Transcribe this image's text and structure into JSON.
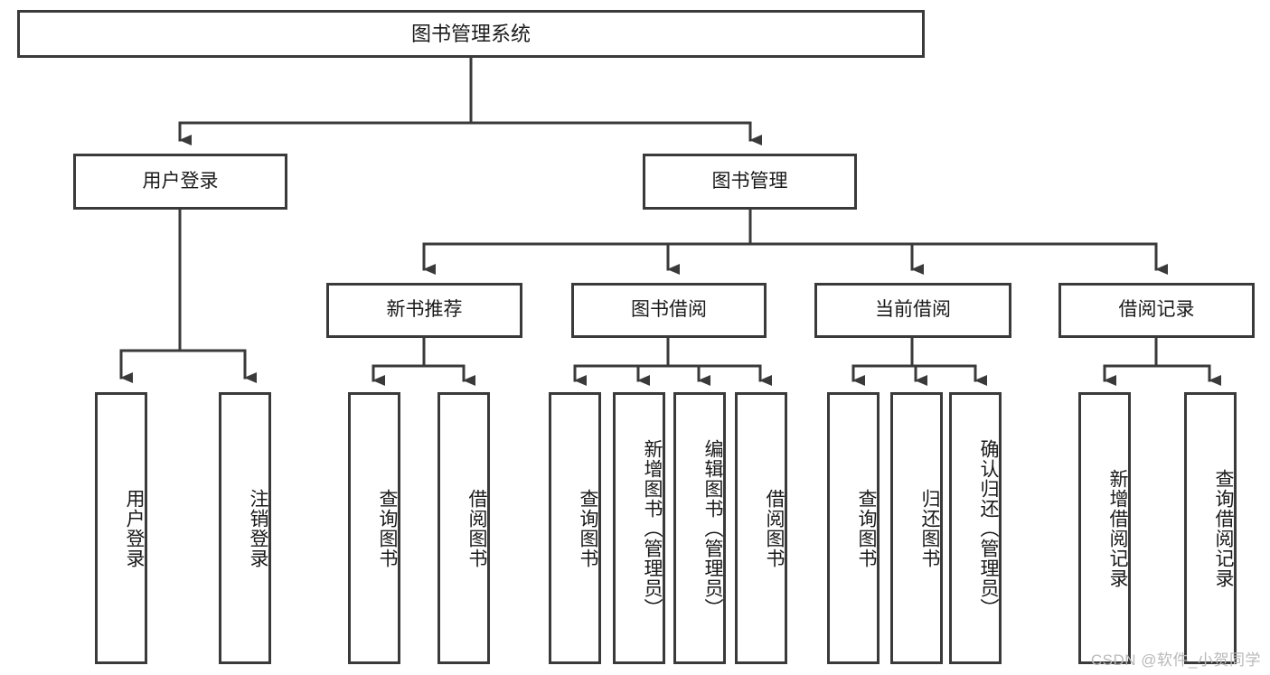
{
  "diagram": {
    "title": "图书管理系统",
    "type": "tree",
    "orientation": "top-down",
    "line_color": "#3a3a3a",
    "box_fill": "#ffffff",
    "text_color": "#1a1a1a"
  },
  "nodes": {
    "root": {
      "label": "图书管理系统"
    },
    "level2": [
      {
        "id": "user-login",
        "label": "用户登录"
      },
      {
        "id": "book-manage",
        "label": "图书管理"
      }
    ],
    "level3": [
      {
        "id": "new-book-recommend",
        "label": "新书推荐"
      },
      {
        "id": "book-borrow",
        "label": "图书借阅"
      },
      {
        "id": "current-borrow",
        "label": "当前借阅"
      },
      {
        "id": "borrow-record",
        "label": "借阅记录"
      }
    ],
    "leaves": {
      "user_login": [
        {
          "id": "leaf-user-login",
          "label": "用户登录"
        },
        {
          "id": "leaf-logout-login",
          "label": "注销登录"
        }
      ],
      "new_book_recommend": [
        {
          "id": "leaf-query-book-1",
          "label": "查询图书"
        },
        {
          "id": "leaf-borrow-book-1",
          "label": "借阅图书"
        }
      ],
      "book_borrow": [
        {
          "id": "leaf-query-book-2",
          "label": "查询图书"
        },
        {
          "id": "leaf-add-book",
          "label": "新增图书（管理员）"
        },
        {
          "id": "leaf-edit-book",
          "label": "编辑图书（管理员）"
        },
        {
          "id": "leaf-borrow-book-2",
          "label": "借阅图书"
        }
      ],
      "current_borrow": [
        {
          "id": "leaf-query-book-3",
          "label": "查询图书"
        },
        {
          "id": "leaf-return-book",
          "label": "归还图书"
        },
        {
          "id": "leaf-confirm-return",
          "label": "确认归还（管理员）"
        }
      ],
      "borrow_record": [
        {
          "id": "leaf-add-borrow-record",
          "label": "新增借阅记录"
        },
        {
          "id": "leaf-query-borrow-record",
          "label": "查询借阅记录"
        }
      ]
    }
  },
  "watermark": {
    "text": "CSDN @软件_小贺同学"
  }
}
